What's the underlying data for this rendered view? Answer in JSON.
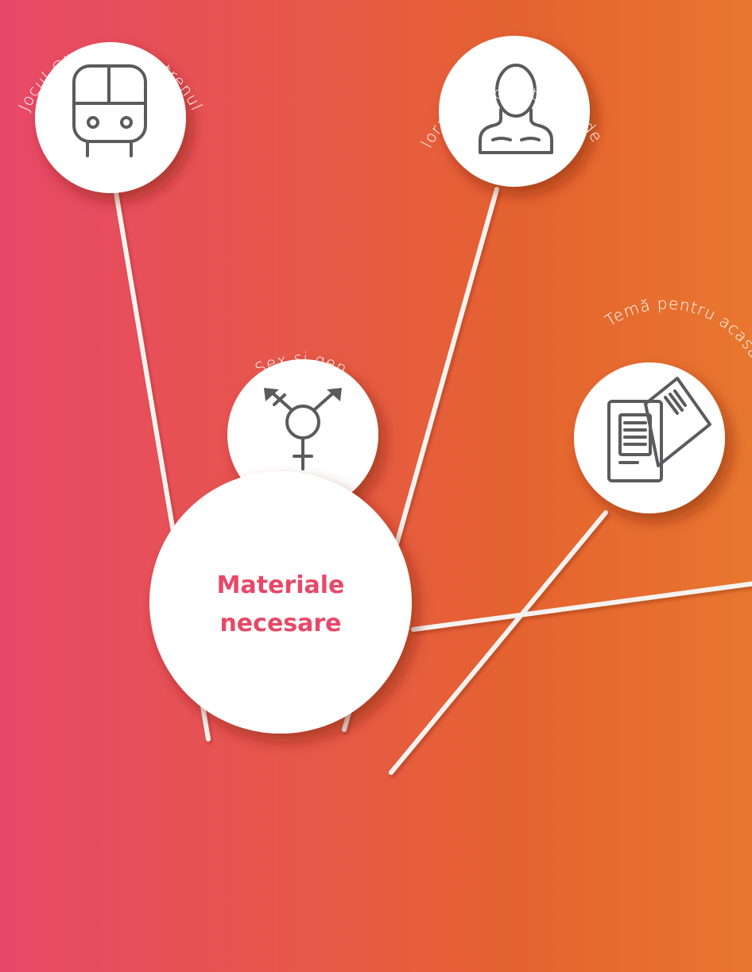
{
  "hub": {
    "line1": "Materiale",
    "line2": "necesare",
    "text_color": "#e84868"
  },
  "nodes": [
    {
      "id": "train-game",
      "label": "Jocul Călătorie cu trenul",
      "icon": "train-icon"
    },
    {
      "id": "gender-indicators",
      "label": "Explorarea indicatorilor de gen",
      "icon": "person-icon"
    },
    {
      "id": "sex-and-gender",
      "label": "Sex și gen",
      "icon": "transgender-symbol-icon"
    },
    {
      "id": "homework",
      "label": "Temă pentru acasă",
      "icon": "documents-icon"
    }
  ],
  "colors": {
    "gradient_left": "#e84868",
    "gradient_right": "#e8772f",
    "node_fill": "#ffffff",
    "icon": "#5b5b5d",
    "connector": "#f6f2ef"
  }
}
